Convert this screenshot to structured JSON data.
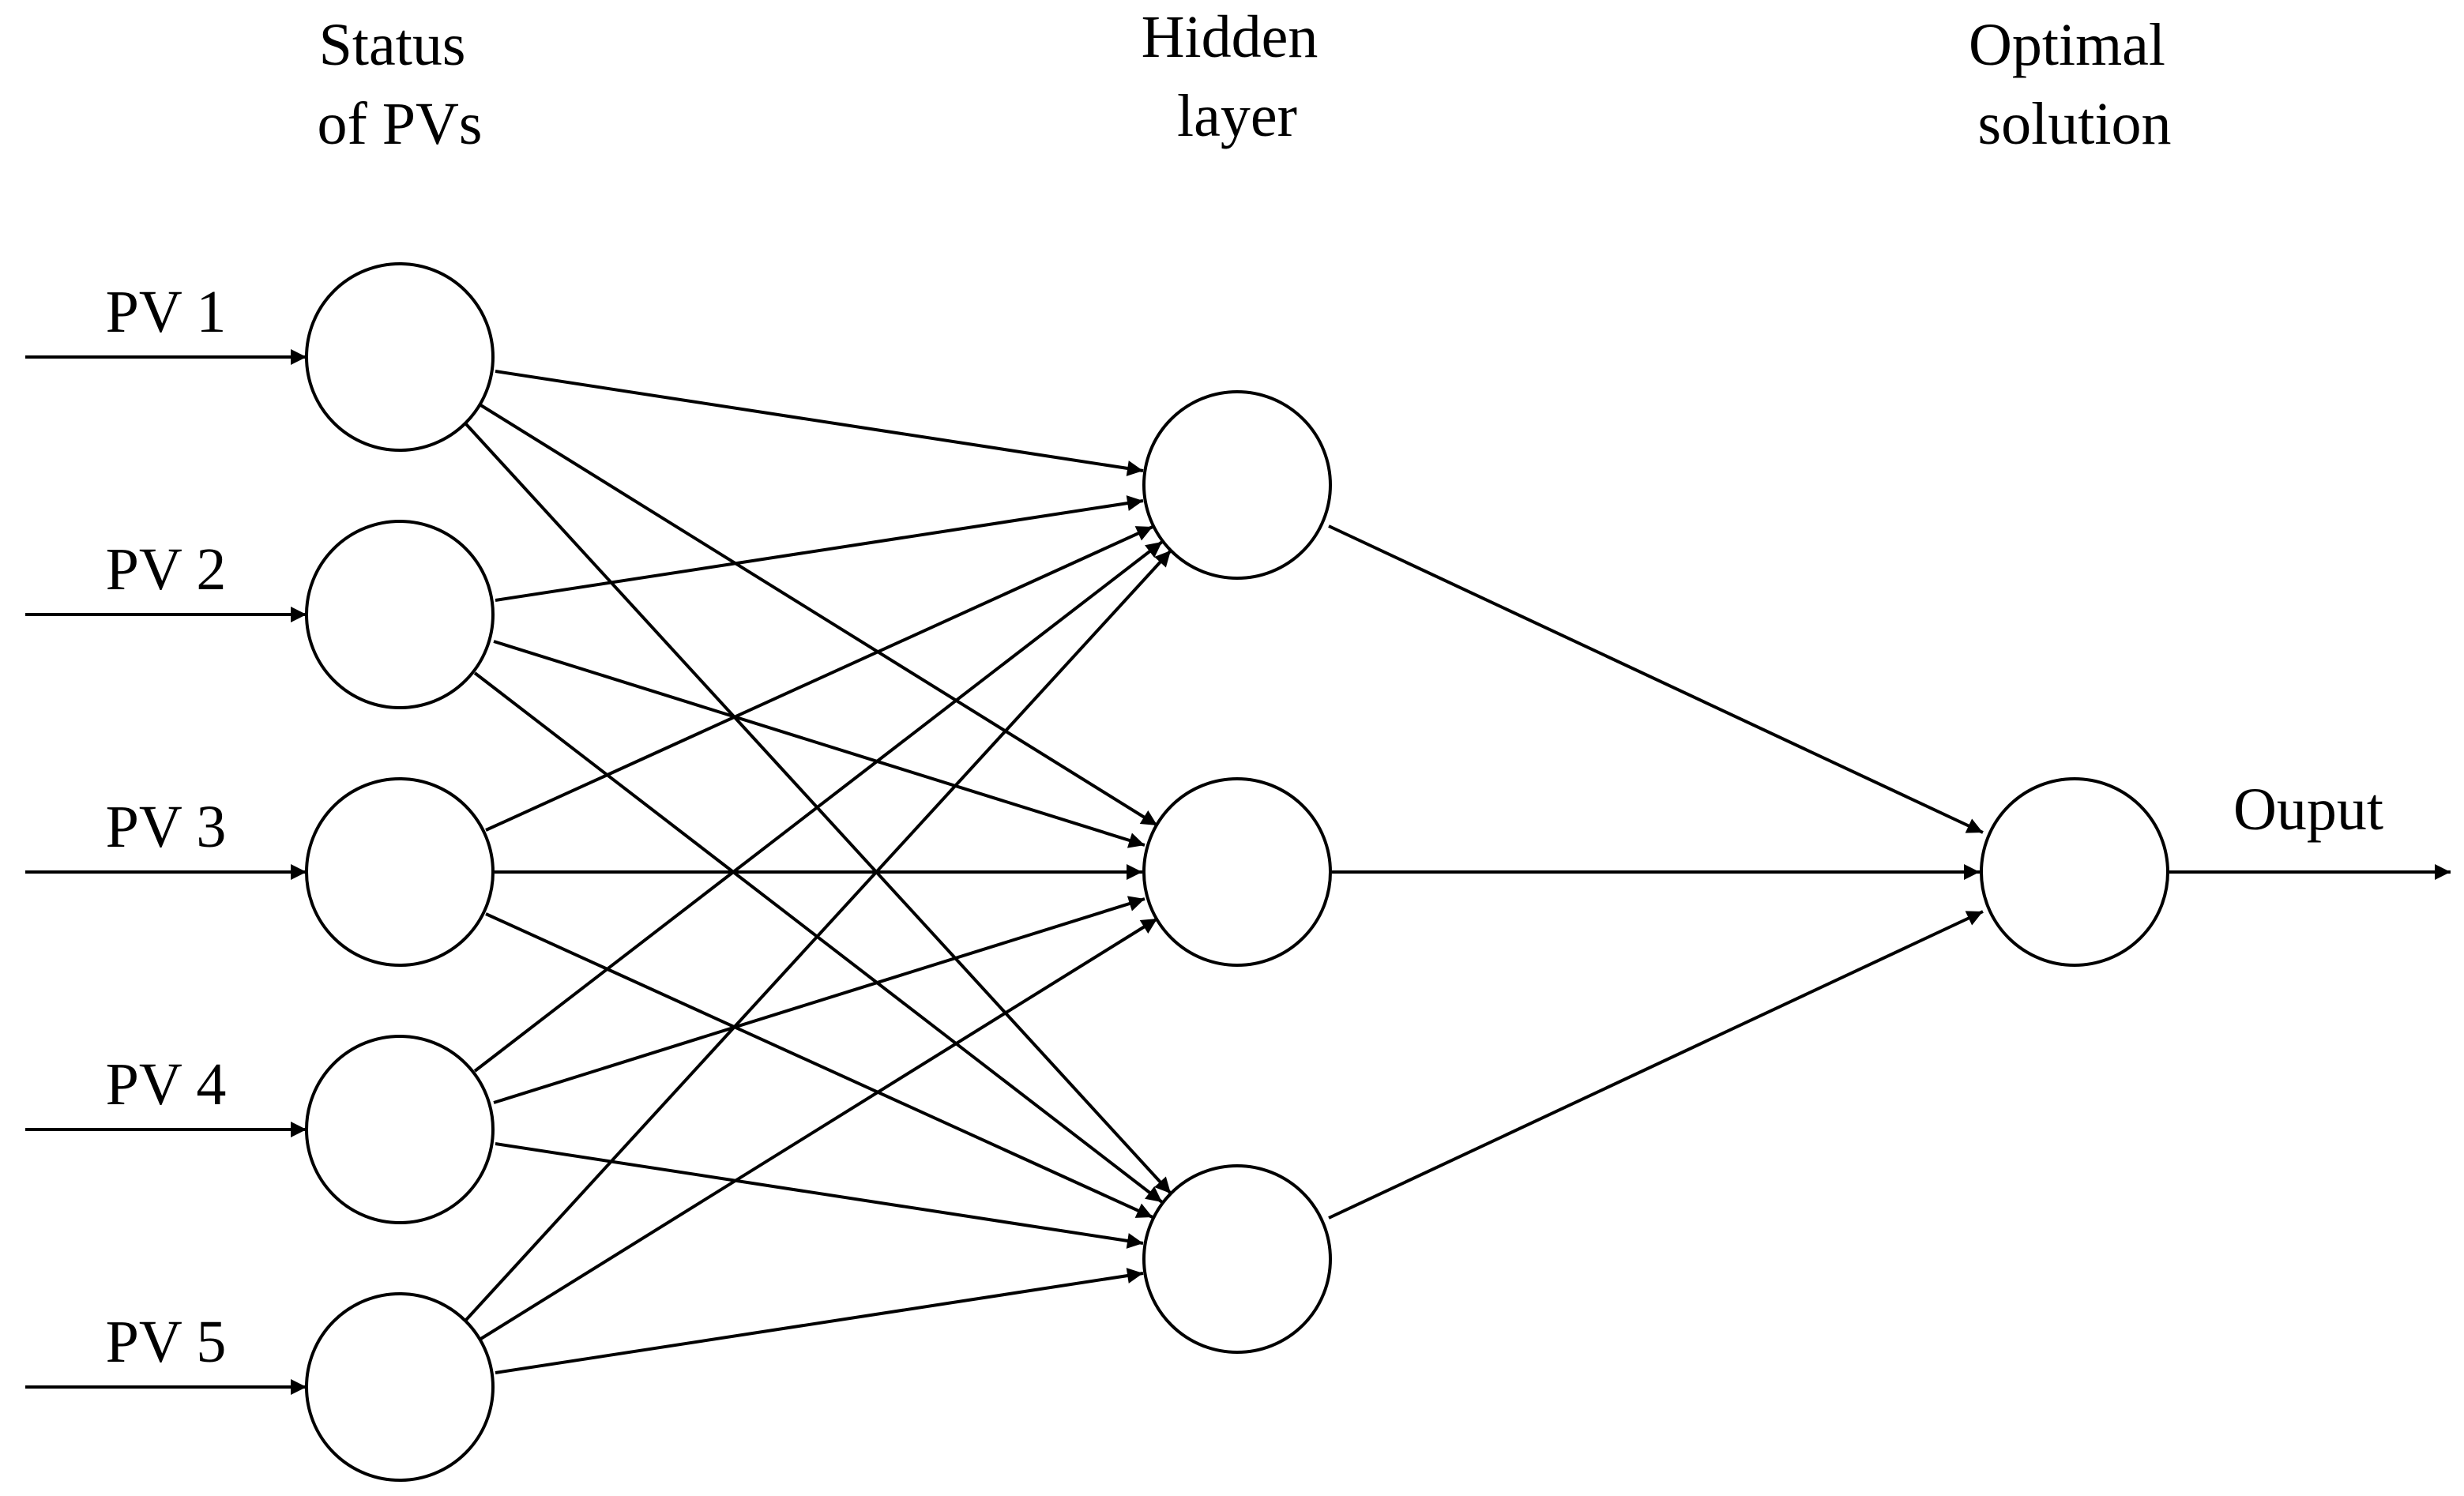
{
  "layers": [
    {
      "id": "input",
      "heading": [
        "Status",
        "of PVs"
      ],
      "nodes": [
        "PV 1",
        "PV 2",
        "PV 3",
        "PV 4",
        "PV 5"
      ]
    },
    {
      "id": "hidden",
      "heading": [
        "Hidden",
        "layer"
      ],
      "nodes": [
        "",
        "",
        ""
      ]
    },
    {
      "id": "output",
      "heading": [
        "Optimal",
        "solution"
      ],
      "nodes": [
        ""
      ]
    }
  ],
  "output_label": "Ouput",
  "connections": "fully-connected",
  "colors": {
    "stroke": "#000000",
    "background": "#ffffff"
  }
}
